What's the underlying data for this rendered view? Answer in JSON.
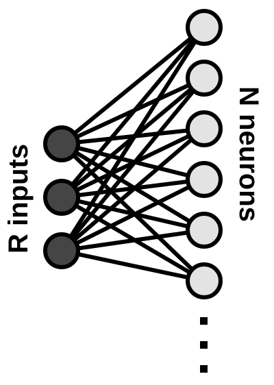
{
  "labels": {
    "inputs": "R inputs",
    "neurons": "N neurons"
  },
  "network": {
    "input_count": 3,
    "neuron_count": 6,
    "fully_connected": true,
    "ellipsis_dots": 3
  },
  "colors": {
    "input_fill": "#454545",
    "neuron_fill": "#e3e3e3",
    "stroke": "#000000",
    "background": "#ffffff"
  }
}
